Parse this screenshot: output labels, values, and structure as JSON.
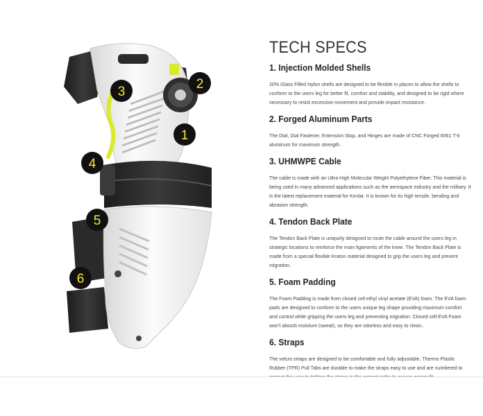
{
  "title": "TECH SPECS",
  "markers": [
    "1",
    "2",
    "3",
    "4",
    "5",
    "6"
  ],
  "colors": {
    "marker_fill": "#111111",
    "marker_text": "#f7e83a",
    "accent_yellow": "#d9ea2a",
    "shell_white": "#f4f4f4"
  },
  "specs": [
    {
      "heading": "1. Injection Molded Shells",
      "body": "20% Glass Filled Nylon shells are designed to be flexible in places to allow the shells to conform to the users leg for better fit, comfort and stability, and designed to be rigid where necessary to resist excessive movement and provide impact resistance."
    },
    {
      "heading": "2. Forged Aluminum Parts",
      "body": "The Dial, Dial Fastener, Extension Stop, and Hinges are made of CNC Forged 6061 T-6 aluminum for maximum strength."
    },
    {
      "heading": "3. UHMWPE Cable",
      "body": "The cable is made with an Ultra High Molecular Weight Polyethylene Fiber. This material is being used in many advanced applications such as the aerospace industry and the military. It is the latest replacement material for Kevlar. It is known for its high tensile, bending and abrasion strength."
    },
    {
      "heading": "4. Tendon Back Plate",
      "body": "The Tendon Back Plate is uniquely designed to route the cable around the users leg in strategic locations to reinforce the main ligaments of the knee. The Tendon Back Plate is made from a special flexible Kraton material designed to grip the users leg and prevent migration."
    },
    {
      "heading": "5. Foam Padding",
      "body": "The Foam Padding is made from closed cell ethyl vinyl acetate (EVA) foam. The EVA foam pads are designed to conform to the users unique leg shape providing maximum comfort and control while gripping the users leg and preventing migration. Closed cell EVA Foam won't absorb moisture (sweat), so they are odorless and easy to clean.."
    },
    {
      "heading": "6. Straps",
      "body": "The velcro straps are designed to be comfortable and fully adjustable. Thermo Plastic Rubber (TPR) Pull Tabs are durable to make the straps easy to use and are numbered to promot the user to tighten the straps in the correct order to ensure proper fit."
    }
  ]
}
